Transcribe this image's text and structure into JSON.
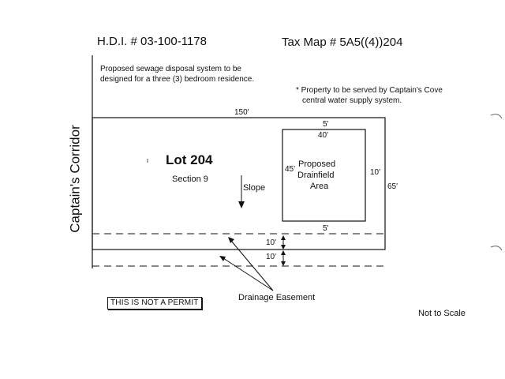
{
  "header": {
    "hdi": "H.D.I. # 03-100-1178",
    "tax_map": "Tax Map # 5A5((4))204"
  },
  "notes": {
    "sewage_line1": "Proposed sewage disposal system to be",
    "sewage_line2": "designed for a three (3) bedroom residence.",
    "water_line1": "* Property to be served by Captain's Cove",
    "water_line2": "central water supply system."
  },
  "road": "Captain's Corridor",
  "lot": {
    "title": "Lot 204",
    "section": "Section 9",
    "slope": "Slope"
  },
  "dimensions": {
    "lot_width": "150'",
    "lot_depth": "65'",
    "field_top_offset": "5'",
    "field_width": "40'",
    "field_height": "45'",
    "field_right_offset": "10'",
    "field_bottom_offset": "5'",
    "easement_upper": "10'",
    "easement_lower": "10'"
  },
  "drainfield": {
    "line1": "Proposed",
    "line2": "Drainfield",
    "line3": "Area"
  },
  "easement_label": "Drainage Easement",
  "stamp": "THIS IS NOT A PERMIT",
  "scale": "Not to Scale"
}
